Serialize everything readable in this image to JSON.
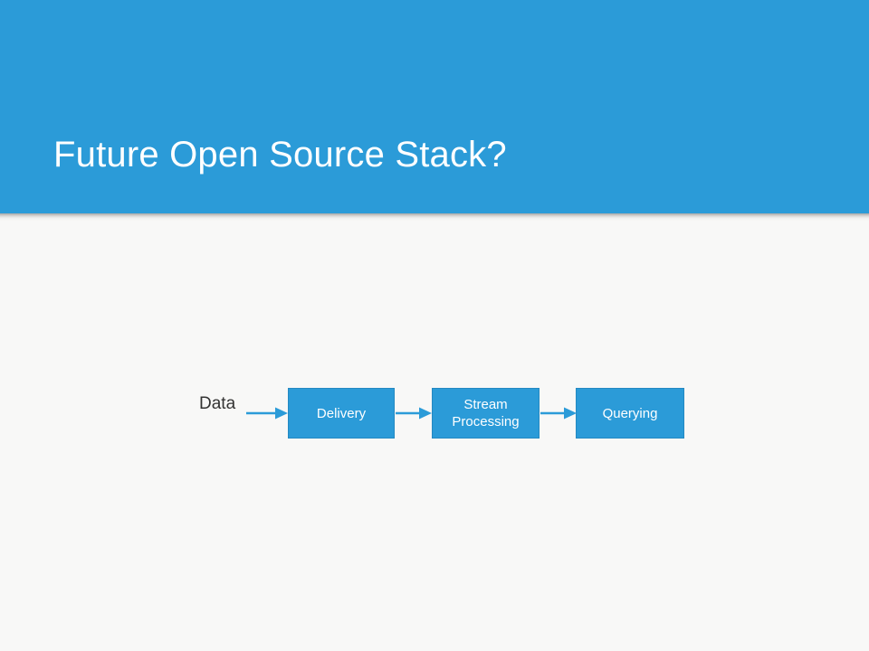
{
  "slide": {
    "title": "Future Open Source Stack?",
    "background_color": "#f8f8f7",
    "header_color": "#2b9bd8",
    "title_color": "#ffffff"
  },
  "diagram": {
    "type": "flow",
    "source_label": "Data",
    "source_label_color": "#333333",
    "box_fill_color": "#2b9bd8",
    "box_border_color": "#2489c2",
    "box_text_color": "#ffffff",
    "arrow_color": "#2b9bd8",
    "steps": [
      {
        "label": "Delivery"
      },
      {
        "label": "Stream\nProcessing"
      },
      {
        "label": "Querying"
      }
    ]
  }
}
